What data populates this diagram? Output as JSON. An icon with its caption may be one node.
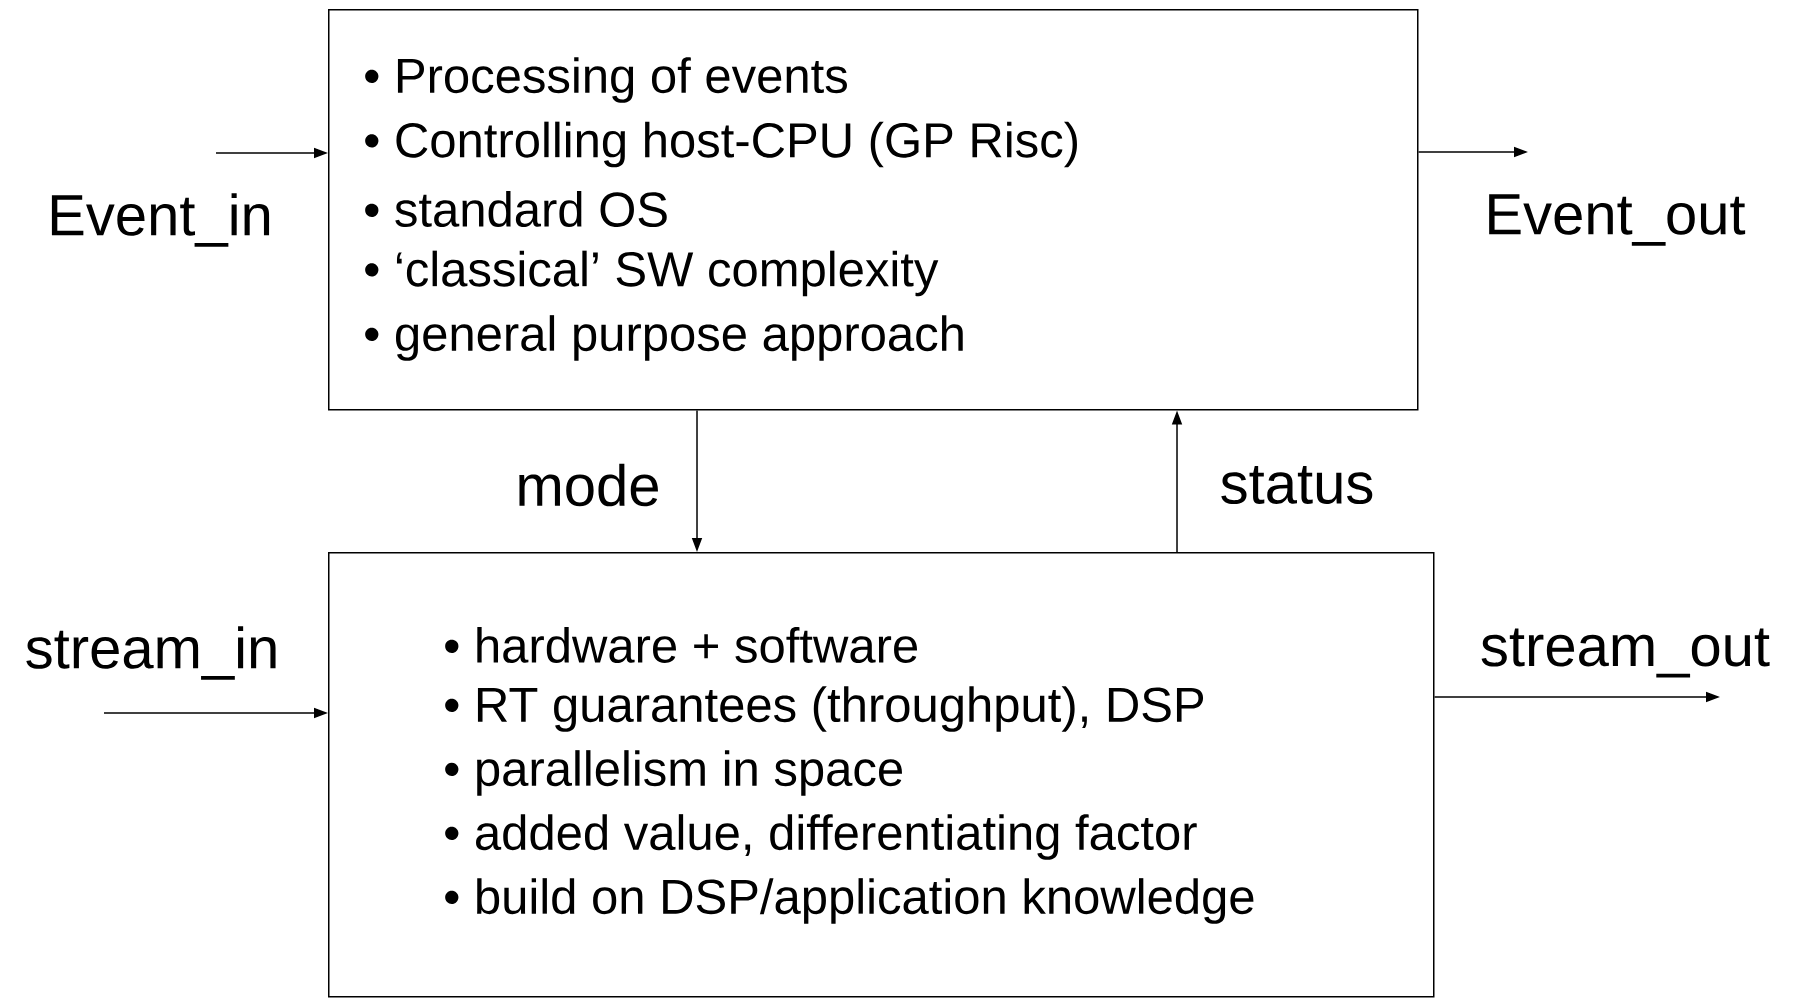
{
  "diagram": {
    "nodes": [
      {
        "text": [
          "• Processing of events",
          "• Controlling host-CPU (GP Risc)",
          "• standard OS",
          "• ‘classical’ SW complexity",
          "• general purpose approach"
        ]
      },
      {
        "text": [
          "• hardware + software",
          "• RT guarantees (throughput), DSP",
          "• parallelism in space",
          "• added value, differentiating factor",
          "• build on DSP/application knowledge"
        ]
      }
    ],
    "edges": [
      {
        "from": null,
        "to": 0,
        "arrow": "to",
        "label": "Event_in"
      },
      {
        "from": 0,
        "to": null,
        "arrow": "to",
        "label": "Event_out"
      },
      {
        "from": null,
        "to": 1,
        "arrow": "to",
        "label": "stream_in"
      },
      {
        "from": 1,
        "to": null,
        "arrow": "to",
        "label": "stream_out"
      },
      {
        "from": 0,
        "to": 1,
        "arrow": "to",
        "label": "mode"
      },
      {
        "from": 1,
        "to": 0,
        "arrow": "to",
        "label": "status"
      }
    ]
  }
}
